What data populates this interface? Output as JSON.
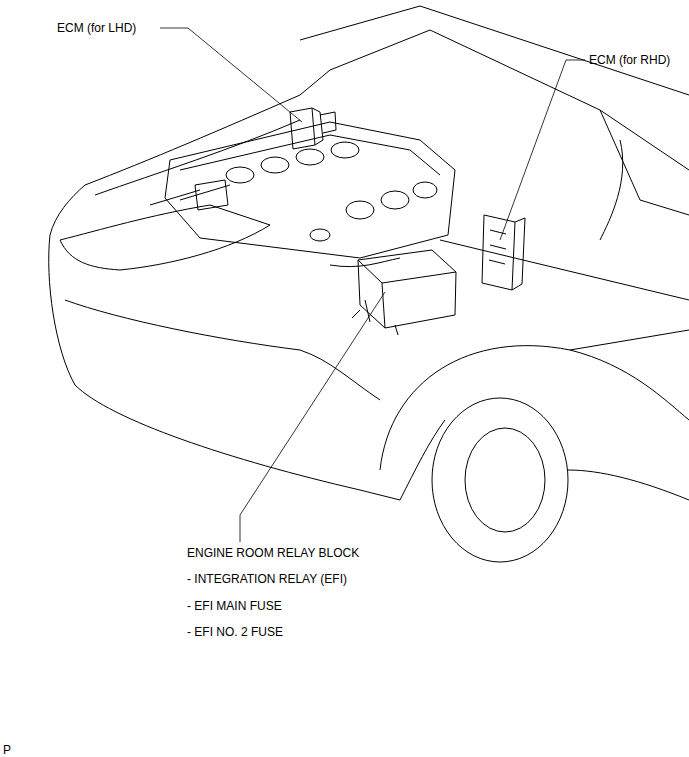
{
  "diagram": {
    "labels": [
      "ECM (for LHD)",
      "ECM (for RHD)",
      "ENGINE ROOM RELAY BLOCK",
      "- INTEGRATION RELAY (EFI)",
      "- EFI MAIN FUSE",
      "- EFI NO. 2 FUSE",
      "P"
    ]
  }
}
